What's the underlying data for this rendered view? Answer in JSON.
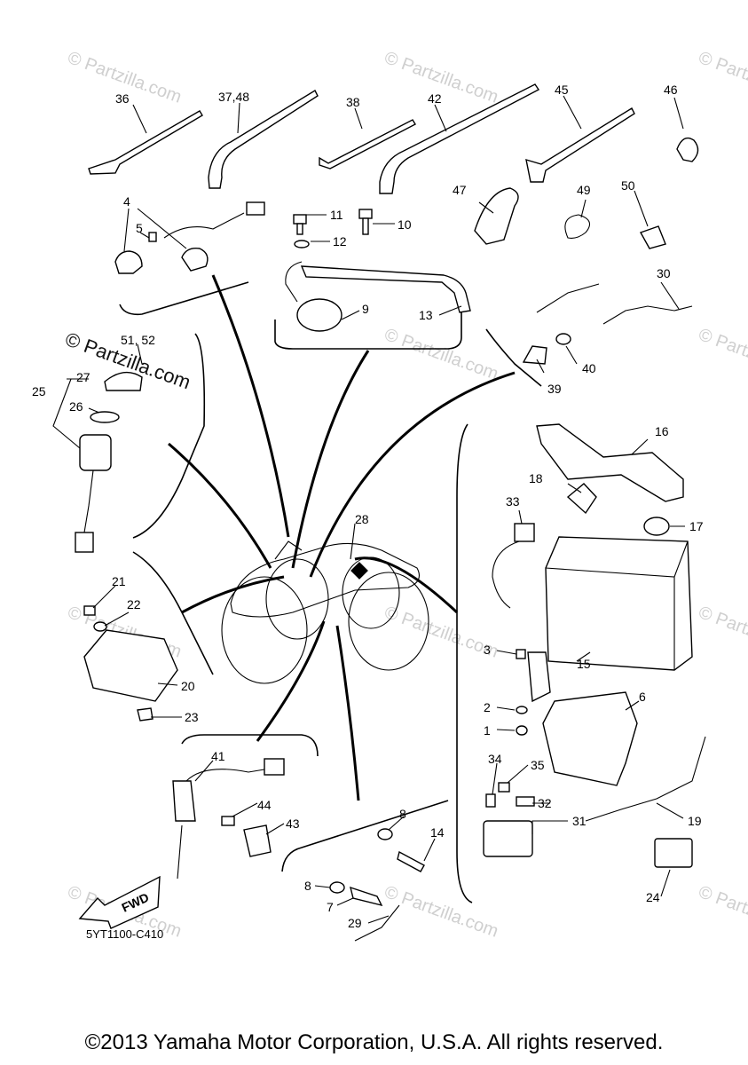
{
  "watermark_text": "© Partzilla.com",
  "figure_code": "5YT1100-C410",
  "copyright": "©2013 Yamaha Motor Corporation, U.S.A. All rights reserved.",
  "fwd_label": "FWD",
  "callouts": [
    "36",
    "37,48",
    "38",
    "42",
    "45",
    "46",
    "4",
    "5",
    "11",
    "12",
    "10",
    "9",
    "13",
    "47",
    "49",
    "50",
    "30",
    "39",
    "40",
    "51, 52",
    "27",
    "25",
    "26",
    "28",
    "16",
    "18",
    "33",
    "17",
    "21",
    "22",
    "20",
    "23",
    "15",
    "3",
    "2",
    "1",
    "6",
    "41",
    "44",
    "43",
    "34",
    "35",
    "32",
    "31",
    "19",
    "8",
    "14",
    "8",
    "7",
    "29",
    "24"
  ]
}
